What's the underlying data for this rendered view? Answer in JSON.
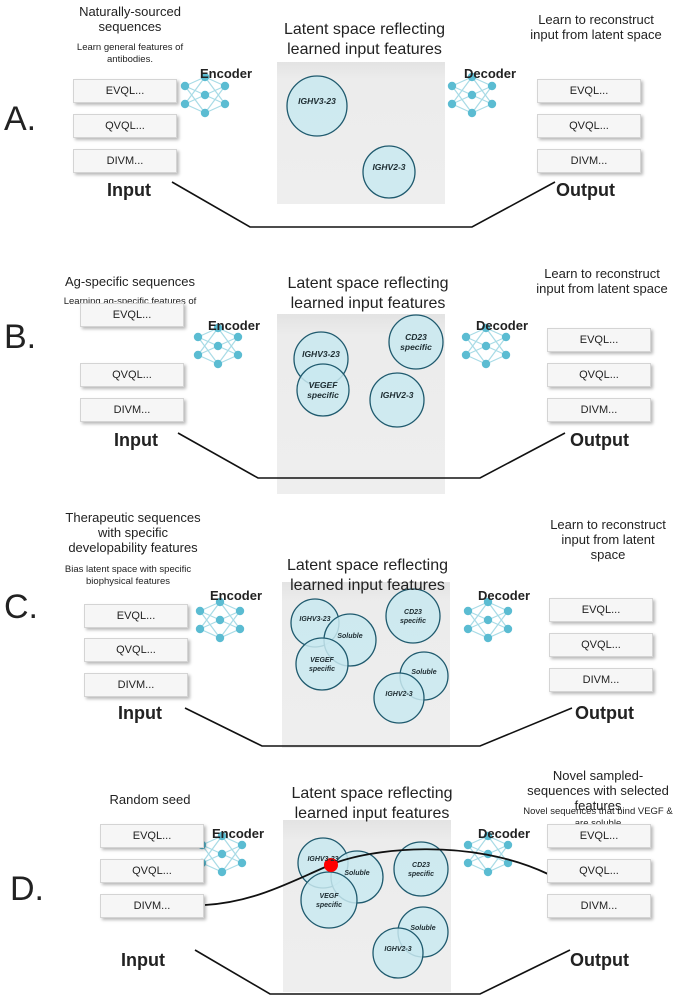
{
  "panels": [
    {
      "letter": "A.",
      "input_title": "Naturally-sourced sequences",
      "input_subtitle": "Learn general features of antibodies.",
      "latent_title": "Latent space reflecting learned input features",
      "encoder": "Encoder",
      "decoder": "Decoder",
      "output_title": "Learn to reconstruct input from latent space",
      "output_subtitle": "",
      "input_label": "Input",
      "output_label": "Output",
      "inputs": [
        "EVQL...",
        "QVQL...",
        "DIVM..."
      ],
      "outputs": [
        "EVQL...",
        "QVQL...",
        "DIVM..."
      ],
      "circles": [
        "IGHV3-23",
        "IGHV2-3"
      ]
    },
    {
      "letter": "B.",
      "input_title": "Ag-specific sequences",
      "input_subtitle": "Learning ag-specific features of a set of antibodies",
      "latent_title": "Latent space reflecting learned input features",
      "encoder": "Encoder",
      "decoder": "Decoder",
      "output_title": "Learn to reconstruct input from latent space",
      "output_subtitle": "",
      "input_label": "Input",
      "output_label": "Output",
      "inputs": [
        "EVQL...",
        "QVQL...",
        "DIVM..."
      ],
      "outputs": [
        "EVQL...",
        "QVQL...",
        "DIVM..."
      ],
      "circles": [
        "IGHV3-23",
        "VEGEF specific",
        "CD23 specific",
        "IGHV2-3"
      ]
    },
    {
      "letter": "C.",
      "input_title": "Therapeutic sequences with specific developability features",
      "input_subtitle": "Bias latent space with specific biophysical features",
      "latent_title": "Latent space reflecting learned input features",
      "encoder": "Encoder",
      "decoder": "Decoder",
      "output_title": "Learn to reconstruct input from latent space",
      "output_subtitle": "",
      "input_label": "Input",
      "output_label": "Output",
      "inputs": [
        "EVQL...",
        "QVQL...",
        "DIVM..."
      ],
      "outputs": [
        "EVQL...",
        "QVQL...",
        "DIVM..."
      ],
      "circles": [
        "IGHV3-23",
        "Soluble",
        "VEGEF specific",
        "CD23 specific",
        "Soluble",
        "IGHV2-3"
      ]
    },
    {
      "letter": "D.",
      "input_title": "Random seed",
      "input_subtitle": "",
      "latent_title": "Latent space reflecting learned input features",
      "encoder": "Encoder",
      "decoder": "Decoder",
      "output_title": "Novel sampled-sequences with selected features",
      "output_subtitle": "Novel sequences that bind VEGF & are soluble",
      "input_label": "Input",
      "output_label": "Output",
      "inputs": [
        "EVQL...",
        "QVQL...",
        "DIVM..."
      ],
      "outputs": [
        "EVQL...",
        "QVQL...",
        "DIVM..."
      ],
      "circles": [
        "IGHV3-23",
        "Soluble",
        "VEGF specific",
        "CD23 specific",
        "Soluble",
        "IGHV2-3"
      ]
    }
  ],
  "colors": {
    "circle_fill": "#c9e9f0",
    "circle_stroke": "#1f5a6e",
    "network_node": "#5bbcd2",
    "network_edge": "#a8dbe6",
    "sample_point": "#ff0000"
  },
  "icons": {
    "network": "neural-network-icon"
  }
}
